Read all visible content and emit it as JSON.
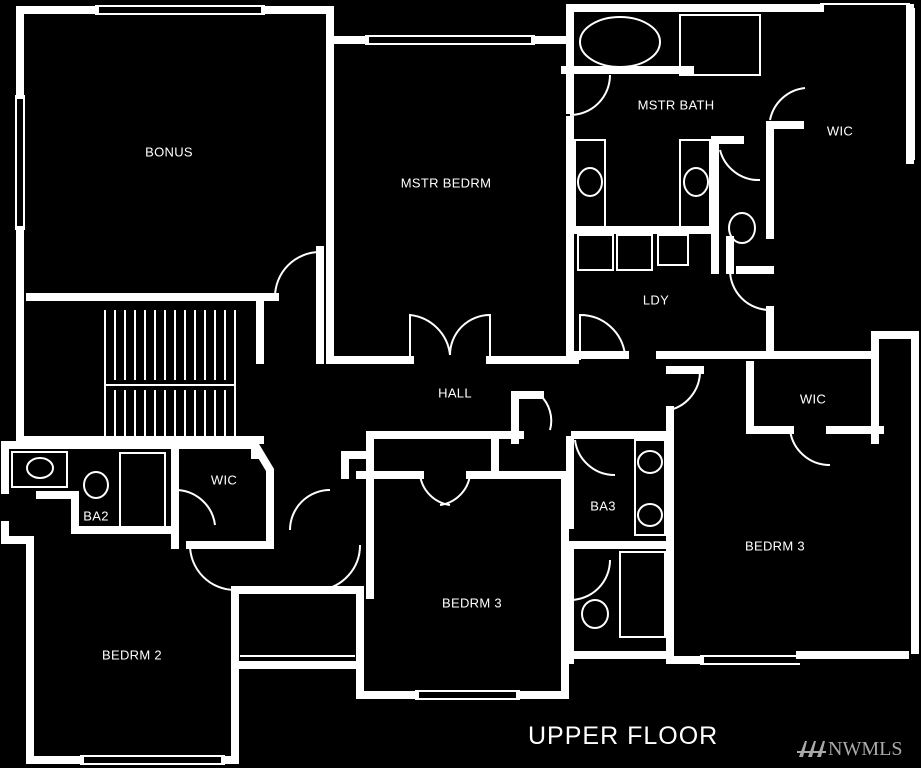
{
  "plan": {
    "title": "UPPER FLOOR",
    "rooms": {
      "bonus": "BONUS",
      "master_bedroom": "MSTR BEDRM",
      "master_bath": "MSTR BATH",
      "wic_master": "WIC",
      "laundry": "LDY",
      "hall": "HALL",
      "wic_right": "WIC",
      "wic_left": "WIC",
      "bath2": "BA2",
      "bath3": "BA3",
      "bedroom3_center": "BEDRM 3",
      "bedroom3_right": "BEDRM 3",
      "bedroom2": "BEDRM 2"
    }
  },
  "watermark": {
    "text": "NWMLS"
  },
  "colors": {
    "background": "#000000",
    "walls": "#ffffff"
  }
}
